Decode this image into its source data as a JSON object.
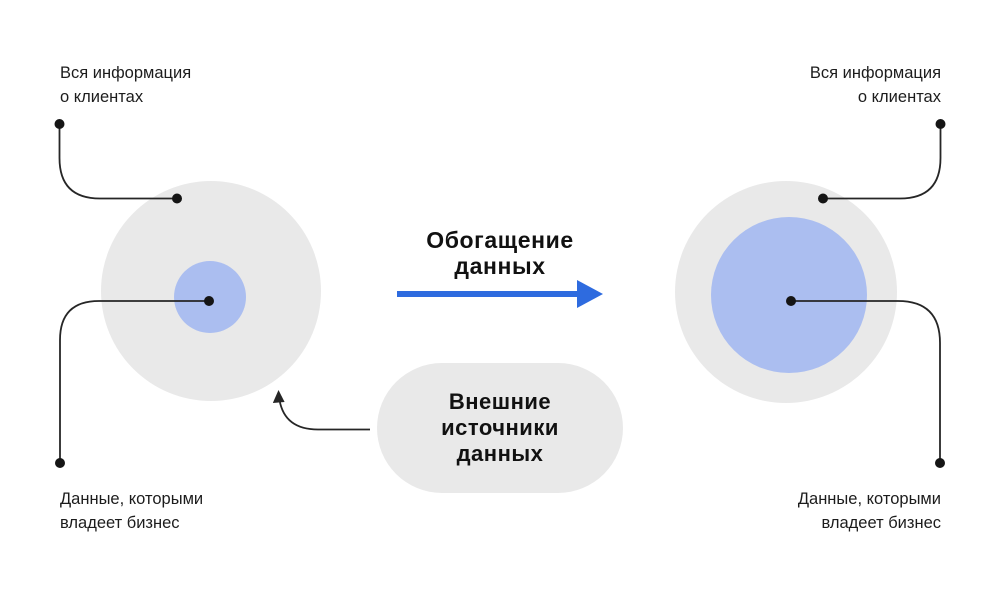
{
  "colors": {
    "background": "#ffffff",
    "circle_gray": "#E9E9E9",
    "circle_blue": "#ABBEF0",
    "arrow_blue": "#2E6BDF",
    "connector": "#262626",
    "dot": "#151515",
    "text_dark": "#1C1C1C",
    "heading_dark": "#111111"
  },
  "center": {
    "arrow_title": "Обогащение\nданных"
  },
  "pill": {
    "label": "Внешние\nисточники\nданных"
  },
  "left_diagram": {
    "top_label": "Вся информация\nо клиентах",
    "bottom_label": "Данные, которыми\nвладеет бизнес"
  },
  "right_diagram": {
    "top_label": "Вся информация\nо клиентах",
    "bottom_label": "Данные, которыми\nвладеет бизнес"
  }
}
